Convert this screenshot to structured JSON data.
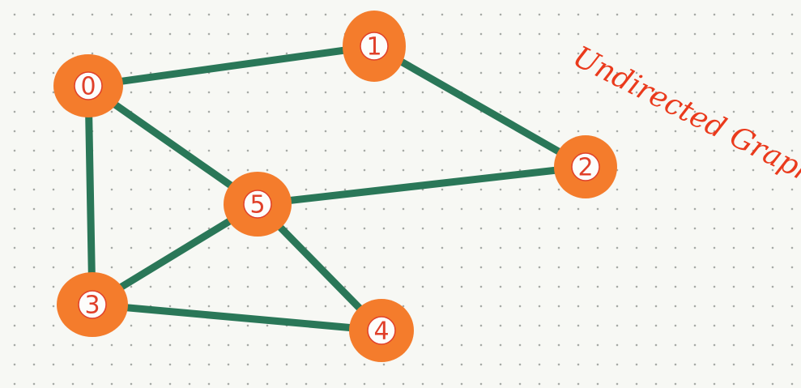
{
  "title": "Undirected Graph",
  "colors": {
    "node_fill": "#f47c2c",
    "node_inner": "#fdfdfb",
    "node_text": "#e0402a",
    "edge": "#2a7758",
    "title": "#ea3a1c",
    "paper": "#f7f8f4"
  },
  "graph": {
    "nodes": [
      {
        "id": "0",
        "label": "0"
      },
      {
        "id": "1",
        "label": "1"
      },
      {
        "id": "2",
        "label": "2"
      },
      {
        "id": "3",
        "label": "3"
      },
      {
        "id": "4",
        "label": "4"
      },
      {
        "id": "5",
        "label": "5"
      }
    ],
    "edges": [
      {
        "source": "0",
        "target": "1"
      },
      {
        "source": "1",
        "target": "2"
      },
      {
        "source": "0",
        "target": "5"
      },
      {
        "source": "0",
        "target": "3"
      },
      {
        "source": "5",
        "target": "2"
      },
      {
        "source": "5",
        "target": "3"
      },
      {
        "source": "5",
        "target": "4"
      },
      {
        "source": "3",
        "target": "4"
      }
    ]
  }
}
